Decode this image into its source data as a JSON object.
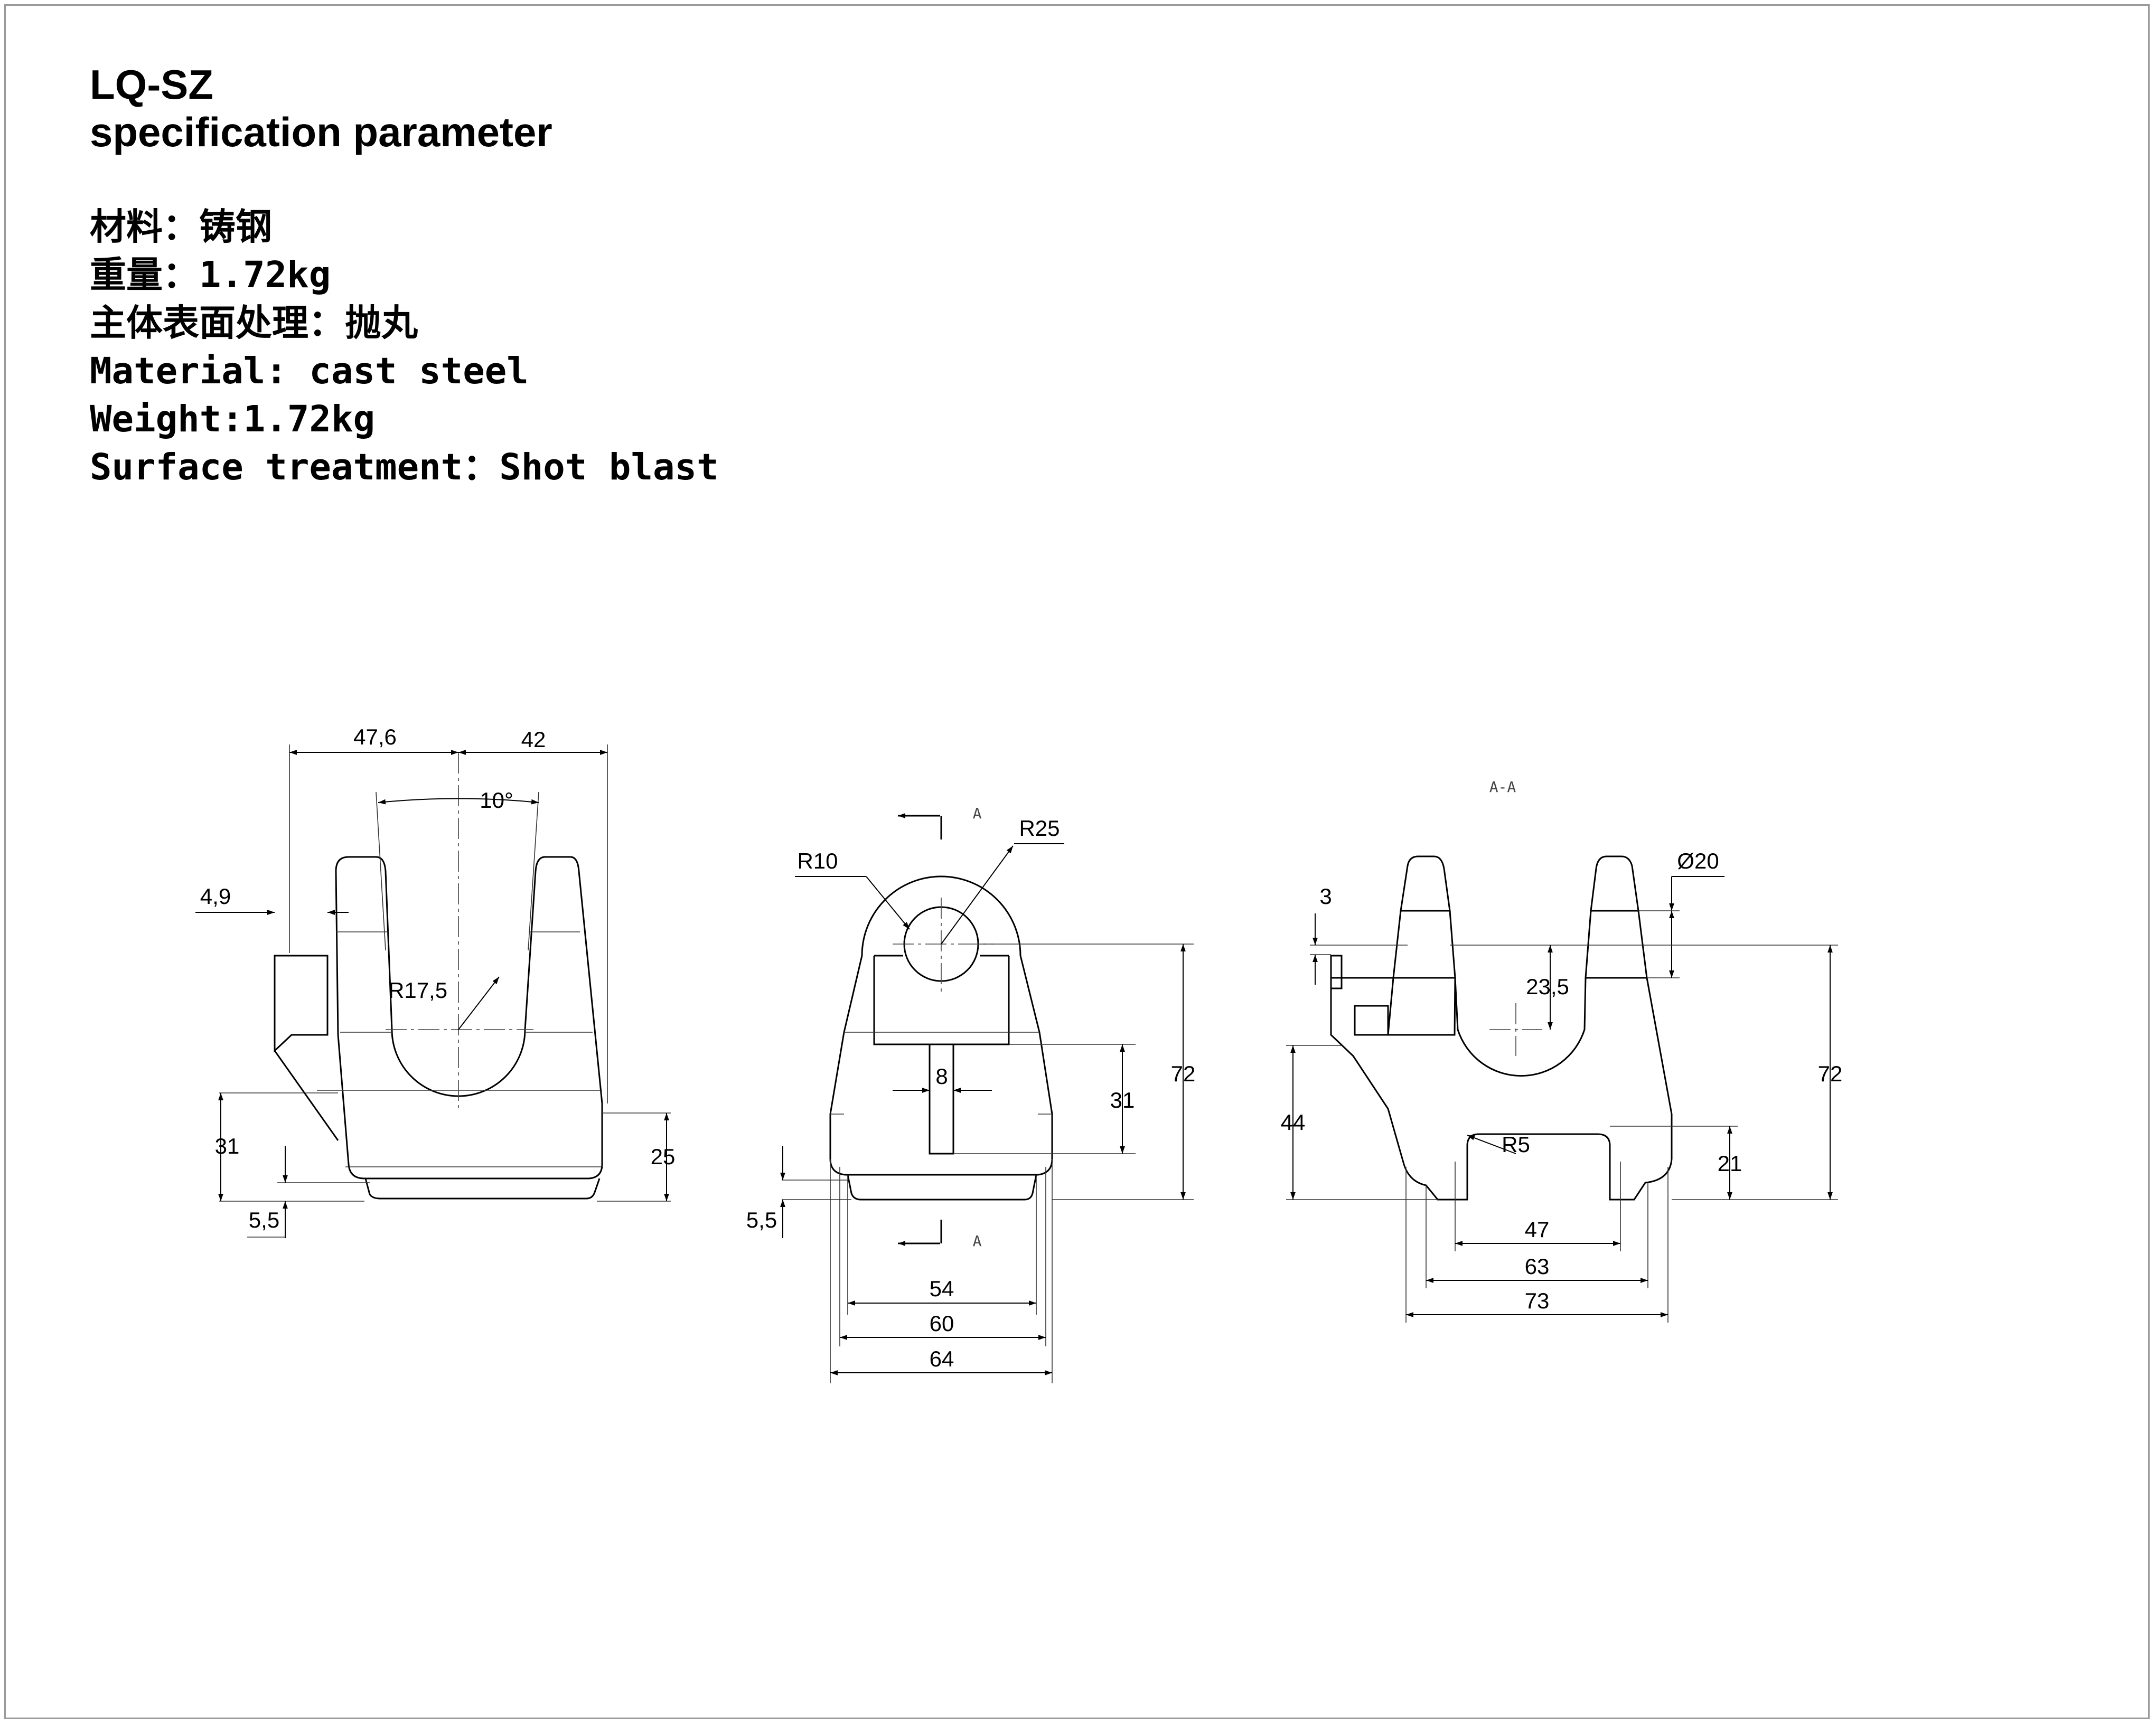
{
  "header": {
    "model": "LQ-SZ",
    "subtitle": "specification parameter"
  },
  "specs": [
    "材料：铸钢",
    "重量：1.72kg",
    "主体表面处理：抛丸",
    "Material: cast steel",
    "Weight:1.72kg",
    "Surface treatment：Shot blast"
  ],
  "front_view": {
    "dim_top_left": "47,6",
    "dim_top_right": "42",
    "angle": "10°",
    "dim_left_offset": "4,9",
    "radius": "R17,5",
    "dim_height_left": "31",
    "dim_height_right": "25",
    "dim_base": "5,5"
  },
  "side_view": {
    "section_mark": "A",
    "radius_small": "R10",
    "radius_large": "R25",
    "dim_slot": "8",
    "dim_inner_height": "31",
    "dim_total_height": "72",
    "dim_base": "5,5",
    "width_1": "54",
    "width_2": "60",
    "width_3": "64"
  },
  "section_view": {
    "label": "A-A",
    "diameter": "Ø20",
    "dim_top": "3",
    "dim_depth": "23,5",
    "dim_total_height": "72",
    "dim_height_left": "44",
    "radius": "R5",
    "dim_height_right": "21",
    "width_1": "47",
    "width_2": "63",
    "width_3": "73"
  }
}
